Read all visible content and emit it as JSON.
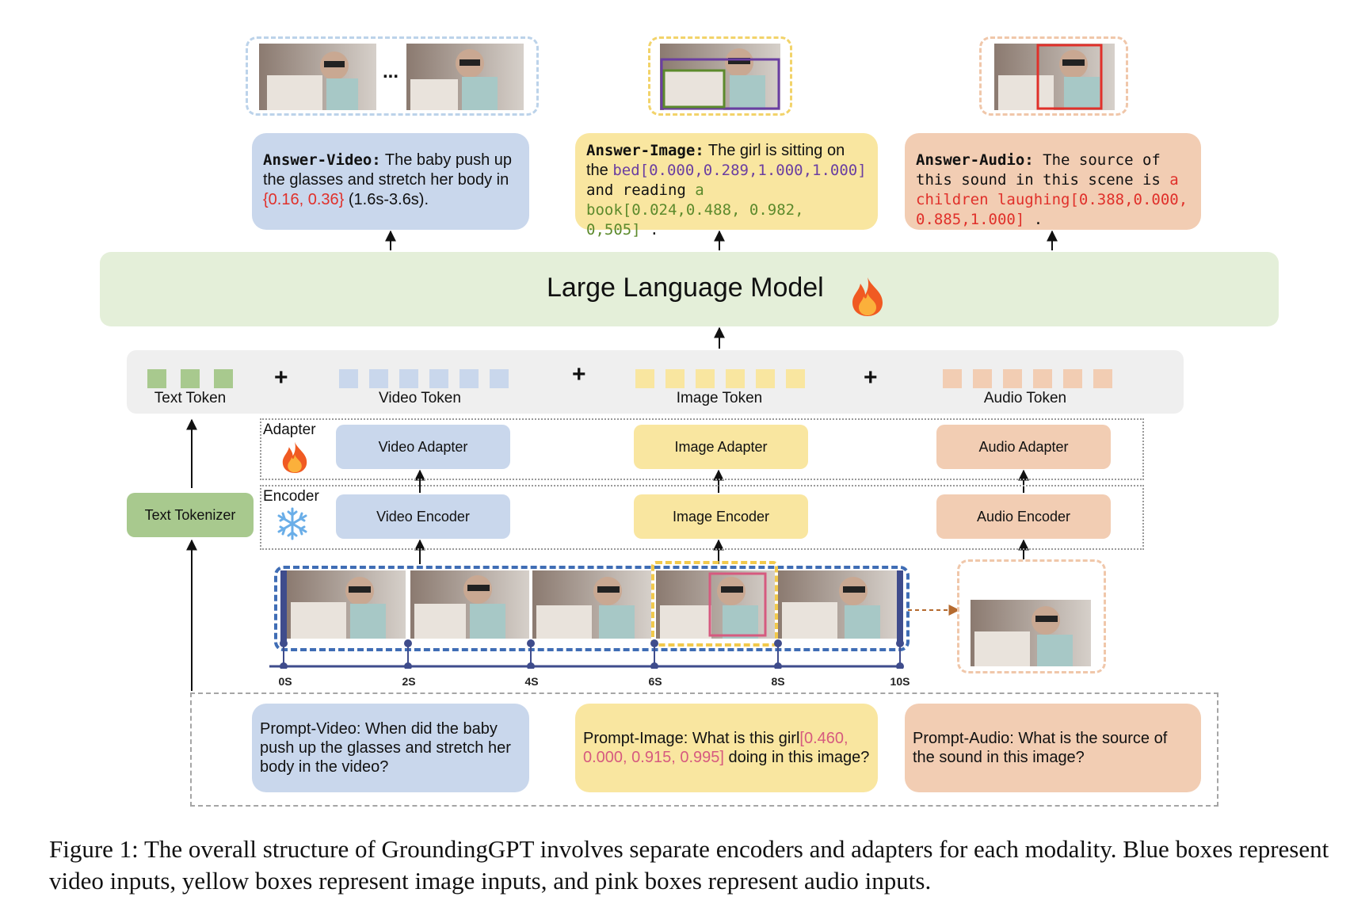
{
  "answers": {
    "video": {
      "label": "Answer-Video:",
      "text1": " The baby push up the glasses and stretch her body in ",
      "highlight": "{0.16, 0.36}",
      "text2": " (1.6s-3.6s)."
    },
    "image": {
      "label": "Answer-Image:",
      "text1": " The girl is sitting on the ",
      "highlight1": "bed[0.000,0.289,1.000,1.000]",
      "text2": " and reading ",
      "highlight2": "a book[0.024,0.488, 0.982, 0,505]",
      "text3": " ."
    },
    "audio": {
      "label": "Answer-Audio:",
      "text1": " The source of this sound in this scene is ",
      "highlight": "a children laughing[0.388,0.000, 0.885,1.000]",
      "text2": " ."
    }
  },
  "llm": {
    "label": "Large Language Model"
  },
  "tokens": {
    "text": "Text Token",
    "video": "Video Token",
    "image": "Image Token",
    "audio": "Audio Token",
    "plus": "+"
  },
  "modules": {
    "adapter_label": "Adapter",
    "encoder_label": "Encoder",
    "text_tokenizer": "Text Tokenizer",
    "video_adapter": "Video Adapter",
    "image_adapter": "Image Adapter",
    "audio_adapter": "Audio Adapter",
    "video_encoder": "Video Encoder",
    "image_encoder": "Image Encoder",
    "audio_encoder": "Audio Encoder"
  },
  "timeline": {
    "ticks": [
      "0S",
      "2S",
      "4S",
      "6S",
      "8S",
      "10S"
    ]
  },
  "ellipsis": "...",
  "prompts": {
    "video": {
      "label": "Prompt-Video:",
      "text": " When did the baby push up the glasses and stretch her body in the video?"
    },
    "image": {
      "label": "Prompt-Image:",
      "text1": " What is this girl",
      "highlight": "[0.460, 0.000, 0.915, 0.995]",
      "text2": " doing in this image?"
    },
    "audio": {
      "label": "Prompt-Audio:",
      "text": " What is the source of the sound in this image?"
    }
  },
  "caption": "Figure 1: The overall structure of GroundingGPT involves separate encoders and adapters for each modality. Blue boxes represent video inputs, yellow boxes represent image inputs, and pink boxes represent audio inputs.",
  "colors": {
    "blue": "#c9d7ec",
    "yellow": "#f9e6a0",
    "orange": "#f2cdb3",
    "green": "#a8c98e",
    "llm": "#e4efd9",
    "red_highlight": "#e0302a",
    "purple_highlight": "#6a3ea1",
    "green_highlight": "#5c8a2c",
    "pink_highlight": "#d65a7f"
  }
}
